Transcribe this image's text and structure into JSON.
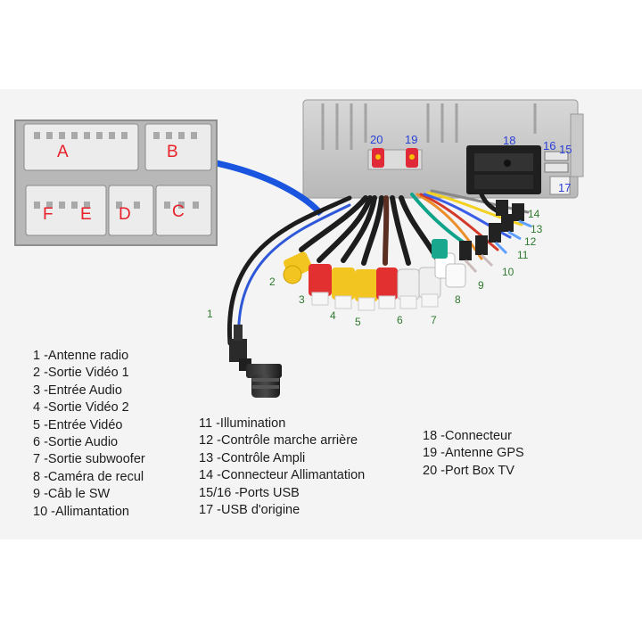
{
  "connector_letters": [
    "A",
    "B",
    "F",
    "E",
    "D",
    "C"
  ],
  "wire_numbers": [
    "1",
    "2",
    "3",
    "4",
    "5",
    "6",
    "7",
    "8",
    "9",
    "10",
    "11",
    "12",
    "13",
    "14"
  ],
  "port_numbers": [
    "20",
    "19",
    "18",
    "16",
    "15",
    "17"
  ],
  "legend": {
    "col1": [
      "1 -Antenne radio",
      "2 -Sortie Vidéo 1",
      "3 -Entrée Audio",
      "4 -Sortie Vidéo 2",
      "5 -Entrée Vidéo",
      "6 -Sortie Audio",
      "7 -Sortie subwoofer",
      "8 -Caméra de recul",
      "9 -Câb le SW",
      "10 -Allimantation"
    ],
    "col2": [
      "11 -Illumination",
      "12 -Contrôle marche arrière",
      "13 -Contrôle Ampli",
      "14 -Connecteur Allimantation",
      "15/16 -Ports USB",
      "17 -USB d'origine"
    ],
    "col3": [
      "18 -Connecteur",
      "19 -Antenne GPS",
      "20 -Port Box TV"
    ]
  },
  "colors": {
    "letter": "#e8202a",
    "port_number": "#2a3fd6",
    "wire_number": "#2f7a2f",
    "arrow": "#1a55e0",
    "text": "#1c1c1c"
  }
}
